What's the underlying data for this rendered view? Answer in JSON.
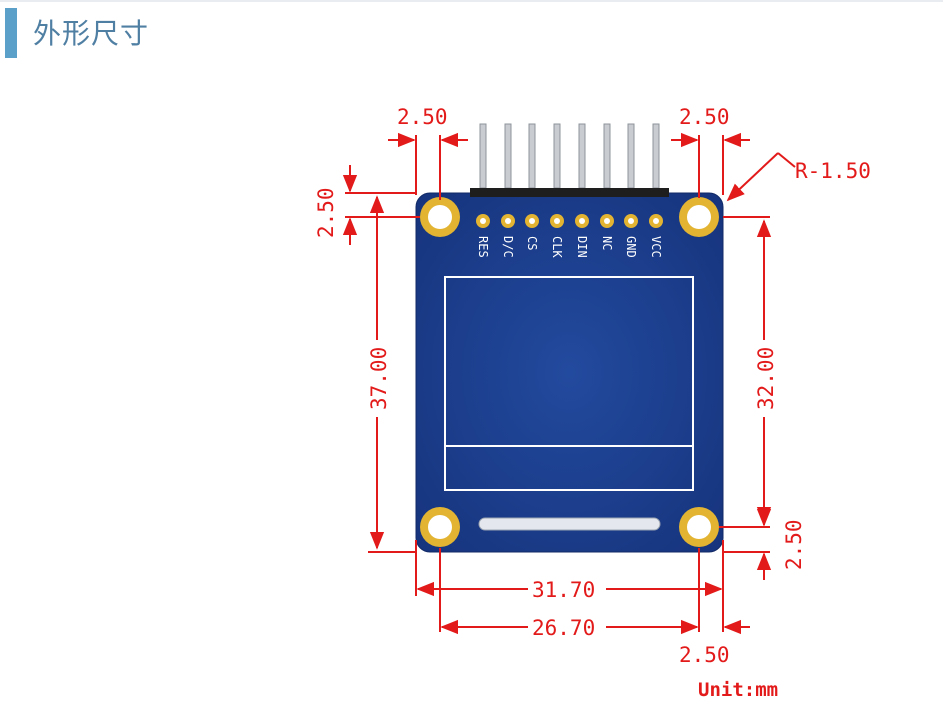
{
  "header": {
    "title": "外形尺寸"
  },
  "pins": [
    "RES",
    "D/C",
    "CS",
    "CLK",
    "DIN",
    "NC",
    "GND",
    "VCC"
  ],
  "dimensions": {
    "top_left_offset": "2.50",
    "top_right_offset": "2.50",
    "corner_radius": "R-1.50",
    "left_top_offset": "2.50",
    "board_height": "37.00",
    "hole_vertical_spacing": "32.00",
    "bottom_right_offset": "2.50",
    "board_width": "31.70",
    "hole_horizontal_spacing": "26.70",
    "bottom_offset": "2.50"
  },
  "unit": "Unit:mm",
  "colors": {
    "dimension": "#e31a1a",
    "pcb": "#1b3d8f",
    "header_accent": "#5aa0c8",
    "gold": "#e2b432"
  }
}
